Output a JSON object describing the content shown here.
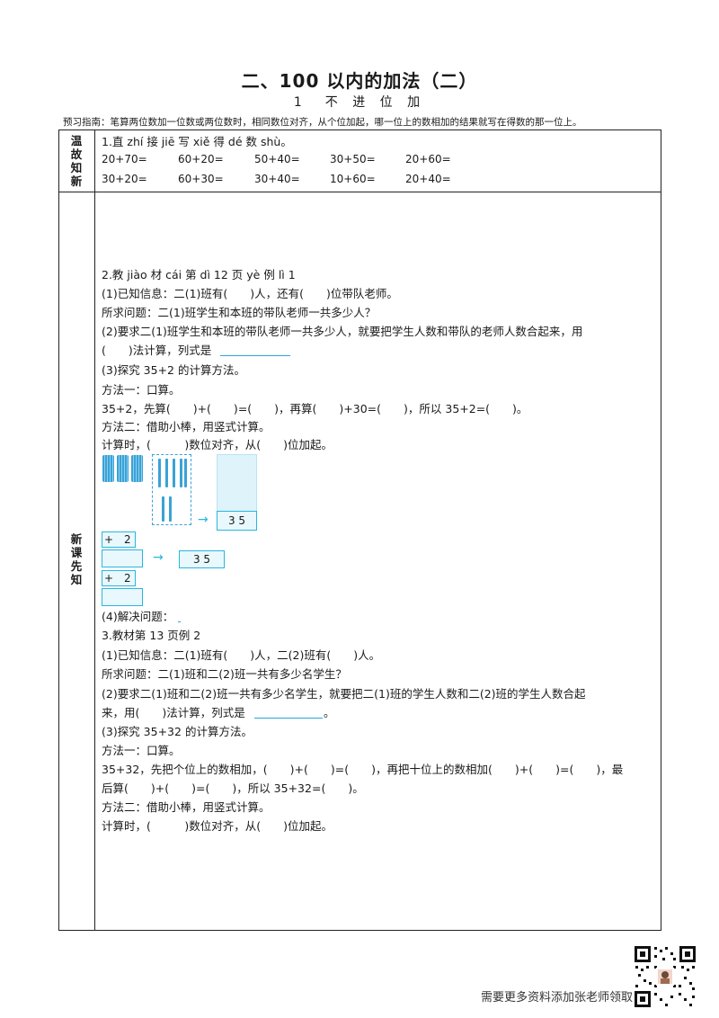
{
  "title": "二、100 以内的加法（二）",
  "subtitle": "1　不 进 位 加",
  "guide": "预习指南：笔算两位数加一位数或两位数时，相同数位对齐，从个位加起，哪一位上的数相加的结果就写在得数的那一位上。",
  "sections": {
    "review_label": [
      "温",
      "故",
      "知",
      "新"
    ],
    "new_label": [
      "新",
      "课",
      "先",
      "知"
    ]
  },
  "review": {
    "heading": "1.直 zhí 接 jiē 写 xiě 得 dé 数 shù。",
    "row1": [
      "20+70=",
      "60+20=",
      "50+40=",
      "30+50=",
      "20+60="
    ],
    "row2": [
      "30+20=",
      "60+30=",
      "30+40=",
      "10+60=",
      "20+40="
    ]
  },
  "lesson": {
    "q2_heading": "2.教 jiào 材 cái 第 dì 12 页 yè 例 lì 1",
    "q2_l1": "(1)已知信息：二(1)班有(　　)人，还有(　　)位带队老师。",
    "q2_l2": "所求问题：二(1)班学生和本班的带队老师一共多少人？",
    "q2_l3": "(2)要求二(1)班学生和本班的带队老师一共多少人，就要把学生人数和带队的老师人数合起来，用",
    "q2_l4": "(　　)法计算，列式是",
    "q2_l5": "(3)探究 35+2 的计算方法。",
    "q2_l6": "方法一：口算。",
    "q2_l7": "35+2，先算(　　)+(　　)=(　　)，再算(　　)+30=(　　)，所以 35+2=(　　)。",
    "q2_l8": "方法二：借助小棒，用竖式计算。",
    "q2_l9": "计算时，(　　　)数位对齐，从(　　)位加起。",
    "box_35": "3 5",
    "box_plus2a": "+　2",
    "box_35b": "3 5",
    "box_plus2b": "+　2",
    "q2_l10": "(4)解决问题：",
    "q3_heading": "3.教材第 13 页例 2",
    "q3_l1": "(1)已知信息：二(1)班有(　　)人，二(2)班有(　　)人。",
    "q3_l2": "所求问题：二(1)班和二(2)班一共有多少名学生？",
    "q3_l3": "(2)要求二(1)班和二(2)班一共有多少名学生，就要把二(1)班的学生人数和二(2)班的学生人数合起",
    "q3_l4": "来，用(　　)法计算，列式是",
    "q3_l4_end": "。",
    "q3_l5": "(3)探究 35+32 的计算方法。",
    "q3_l6": "方法一：口算。",
    "q3_l7": "35+32，先把个位上的数相加，(　　)+(　　)=(　　)，再把十位上的数相加(　　)+(　　)=(　　)，最",
    "q3_l8": "后算(　　)+(　　)=(　　)，所以 35+32=(　　)。",
    "q3_l9": "方法二：借助小棒，用竖式计算。",
    "q3_l10": "计算时，(　　　)数位对齐，从(　　)位加起。"
  },
  "arrow": "→",
  "footer": "需要更多资料添加张老师领取",
  "colors": {
    "accent": "#27b6e0",
    "stick": "#3aa2d6"
  }
}
